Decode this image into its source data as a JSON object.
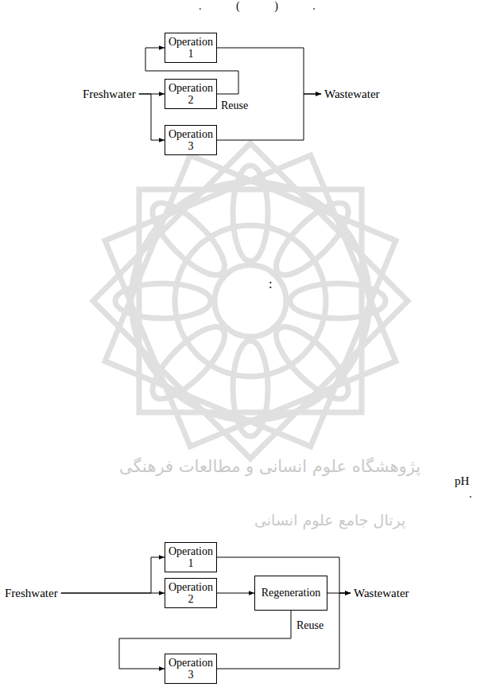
{
  "diagram": {
    "nodes": [
      {
        "text": [
          "Freshwater"
        ]
      },
      {
        "text": [
          "Operation 1"
        ]
      },
      {
        "text": [
          "Operation 2"
        ]
      },
      {
        "text": [
          "Operation 3"
        ]
      },
      {
        "text": [
          "Wastewater"
        ]
      },
      {
        "text": [
          "Freshwater"
        ]
      },
      {
        "text": [
          "Operation 1"
        ]
      },
      {
        "text": [
          "Operation 2"
        ]
      },
      {
        "text": [
          "Regeneration"
        ]
      },
      {
        "text": [
          "Operation 3"
        ]
      },
      {
        "text": [
          "Wastewater"
        ]
      }
    ],
    "edges": [
      {
        "from": 0,
        "to": 2,
        "arrow": "to"
      },
      {
        "from": 0,
        "to": 3,
        "arrow": "to"
      },
      {
        "from": 2,
        "to": 1,
        "label": "Reuse",
        "arrow": "to"
      },
      {
        "from": 1,
        "to": 4,
        "arrow": "to"
      },
      {
        "from": 3,
        "to": 4,
        "arrow": "to"
      },
      {
        "from": 5,
        "to": 6,
        "arrow": "to"
      },
      {
        "from": 5,
        "to": 7,
        "arrow": "to"
      },
      {
        "from": 7,
        "to": 8,
        "arrow": "to"
      },
      {
        "from": 8,
        "to": 9,
        "label": "Reuse",
        "arrow": "to"
      },
      {
        "from": 6,
        "to": 10,
        "arrow": "to"
      },
      {
        "from": 8,
        "to": 10,
        "arrow": "to"
      },
      {
        "from": 9,
        "to": 10,
        "arrow": "to"
      }
    ],
    "labels": [
      ". ( ) .",
      ":",
      "pH",
      ".",
      "پژوهشگاه علوم انسانی و مطالعات فرهنگی",
      "پرتال جامع علوم انسانی"
    ]
  }
}
